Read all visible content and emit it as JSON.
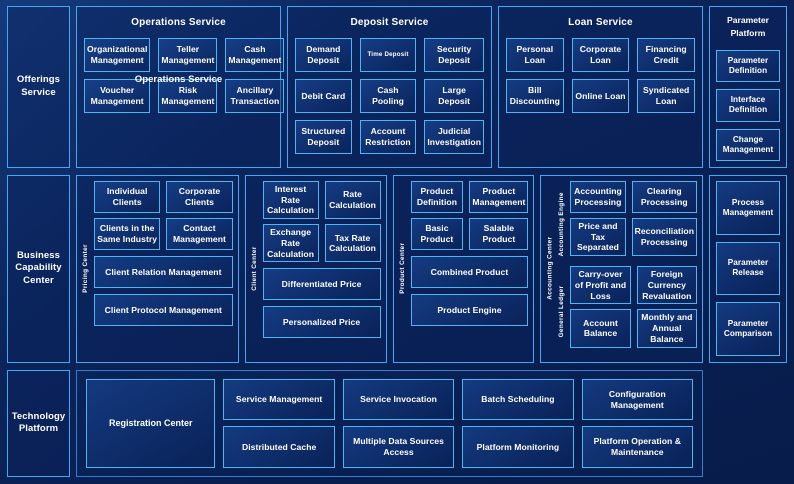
{
  "theme": {
    "background": "#0a2257",
    "accent_border": "#3fa9f5",
    "cell_border": "#4db6f0",
    "text": "#ffffff"
  },
  "rows": [
    {
      "label": "Offerings Service",
      "panels": [
        {
          "title": "Operations Service",
          "overlay_title": "Operations Service",
          "cells": [
            "Organizational Management",
            "Teller Management",
            "Cash Management",
            "Voucher Management",
            "Risk Management",
            "Ancillary Transaction"
          ]
        },
        {
          "title": "Deposit Service",
          "cells": [
            "Demand Deposit",
            "Time Deposit",
            "Security Deposit",
            "Debit Card",
            "Cash Pooling",
            "Large Deposit",
            "Structured Deposit",
            "Account Restriction",
            "Judicial Investigation"
          ],
          "small_cells": [
            "Time Deposit"
          ]
        },
        {
          "title": "Loan Service",
          "cells": [
            "Personal Loan",
            "Corporate Loan",
            "Financing Credit",
            "Bill Discounting",
            "Online Loan",
            "Syndicated Loan"
          ]
        }
      ]
    },
    {
      "label": "Business Capability Center",
      "groups": [
        {
          "vlabel": "Pricing Center",
          "pair_cells": [
            "Individual Clients",
            "Corporate Clients",
            "Clients in the Same Industry",
            "Contact Management"
          ],
          "wide_cells": [
            "Client Relation Management",
            "Client Protocol Management"
          ]
        },
        {
          "vlabel": "Client Center",
          "pair_cells": [
            "Interest Rate Calculation",
            "Rate Calculation",
            "Exchange Rate Calculation",
            "Tax Rate Calculation"
          ],
          "wide_cells": [
            "Differentiated Price",
            "Personalized Price"
          ]
        },
        {
          "vlabel": "Product Center",
          "pair_cells": [
            "Product Definition",
            "Product Management",
            "Basic Product",
            "Salable Product"
          ],
          "wide_cells": [
            "Combined Product",
            "Product Engine"
          ]
        },
        {
          "vlabel": "Accounting Center",
          "sub_labels": [
            "Accounting Engine",
            "General Ledger"
          ],
          "top_cells": [
            "Accounting Processing",
            "Clearing Processing",
            "Price and Tax Separated",
            "Reconciliation Processing"
          ],
          "bottom_cells": [
            "Carry-over of Profit and Loss",
            "Foreign Currency Revaluation",
            "Account Balance",
            "Monthly and Annual Balance"
          ]
        }
      ]
    },
    {
      "label": "Technology Platform",
      "registration": "Registration Center",
      "columns": [
        [
          "Service Management",
          "Distributed Cache"
        ],
        [
          "Service Invocation",
          "Multiple Data Sources Access"
        ],
        [
          "Batch Scheduling",
          "Platform Monitoring"
        ],
        [
          "Configuration Management",
          "Platform Operation & Maintenance"
        ]
      ]
    }
  ],
  "parameter_platform": {
    "title": "Parameter Platform",
    "top_items": [
      "Parameter Definition",
      "Interface Definition",
      "Change Management"
    ],
    "bottom_items": [
      "Process Management",
      "Parameter Release",
      "Parameter Comparison"
    ]
  }
}
